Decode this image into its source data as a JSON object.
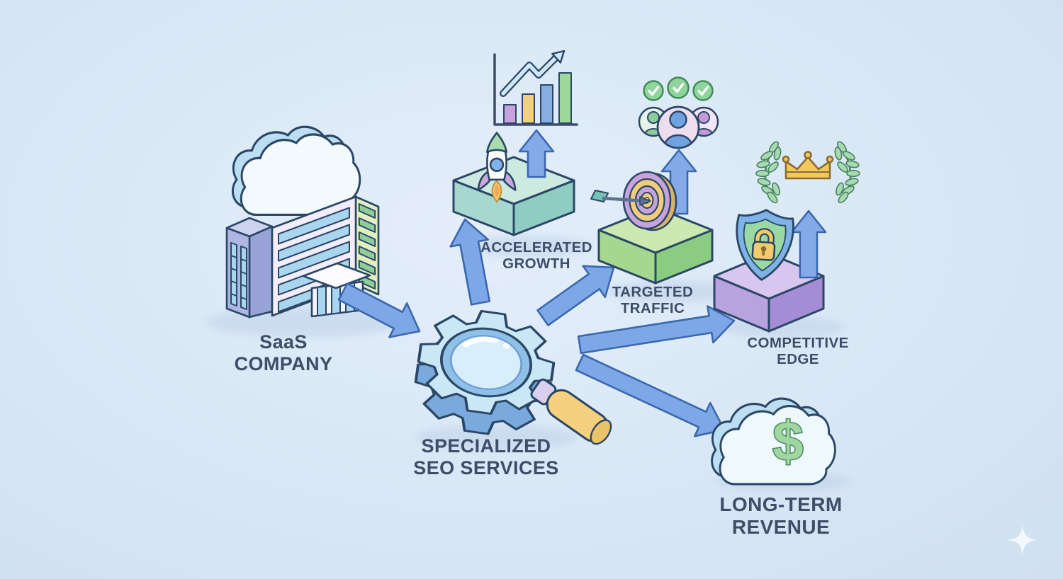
{
  "meta": {
    "description": "Isometric infographic: a specialized SEO services gear connects a SaaS company to four outcomes",
    "style": "flat isometric illustration on light blue background"
  },
  "colors": {
    "background": "#d8e7f5",
    "text": "#3e4d68",
    "outline": "#2b4766",
    "arrow_fill": "#7da8e8",
    "arrow_stroke": "#3a67ae",
    "gear_blue": "#c9e7f5",
    "gold": "#f2cb6a",
    "mint_box": "#cdeae0",
    "green_box": "#cde9b2",
    "purple_box": "#d8c6ee",
    "check_green": "#8fd49c",
    "dollar_green": "#9fd6a2"
  },
  "nodes": {
    "saas_company": {
      "label_line1": "SaaS",
      "label_line2": "COMPANY",
      "icon": "cloud-building-icon"
    },
    "seo_services": {
      "label_line1": "SPECIALIZED",
      "label_line2": "SEO SERVICES",
      "icon": "gear-magnifier-icon"
    },
    "accelerated_growth": {
      "label_line1": "ACCELERATED",
      "label_line2": "GROWTH",
      "icon": "rocket-bar-chart-icon"
    },
    "targeted_traffic": {
      "label_line1": "TARGETED",
      "label_line2": "TRAFFIC",
      "icon": "bullseye-audience-icon"
    },
    "competitive_edge": {
      "label_line1": "COMPETITIVE",
      "label_line2": "EDGE",
      "icon": "shield-lock-crown-icon"
    },
    "long_term_revenue": {
      "label_line1": "LONG-TERM",
      "label_line2": "REVENUE",
      "icon": "dollar-cloud-icon"
    }
  },
  "edges": [
    {
      "from": "saas_company",
      "to": "seo_services"
    },
    {
      "from": "seo_services",
      "to": "accelerated_growth"
    },
    {
      "from": "seo_services",
      "to": "targeted_traffic"
    },
    {
      "from": "seo_services",
      "to": "competitive_edge"
    },
    {
      "from": "seo_services",
      "to": "long_term_revenue"
    }
  ],
  "glyphs": {
    "dollar": "$"
  }
}
